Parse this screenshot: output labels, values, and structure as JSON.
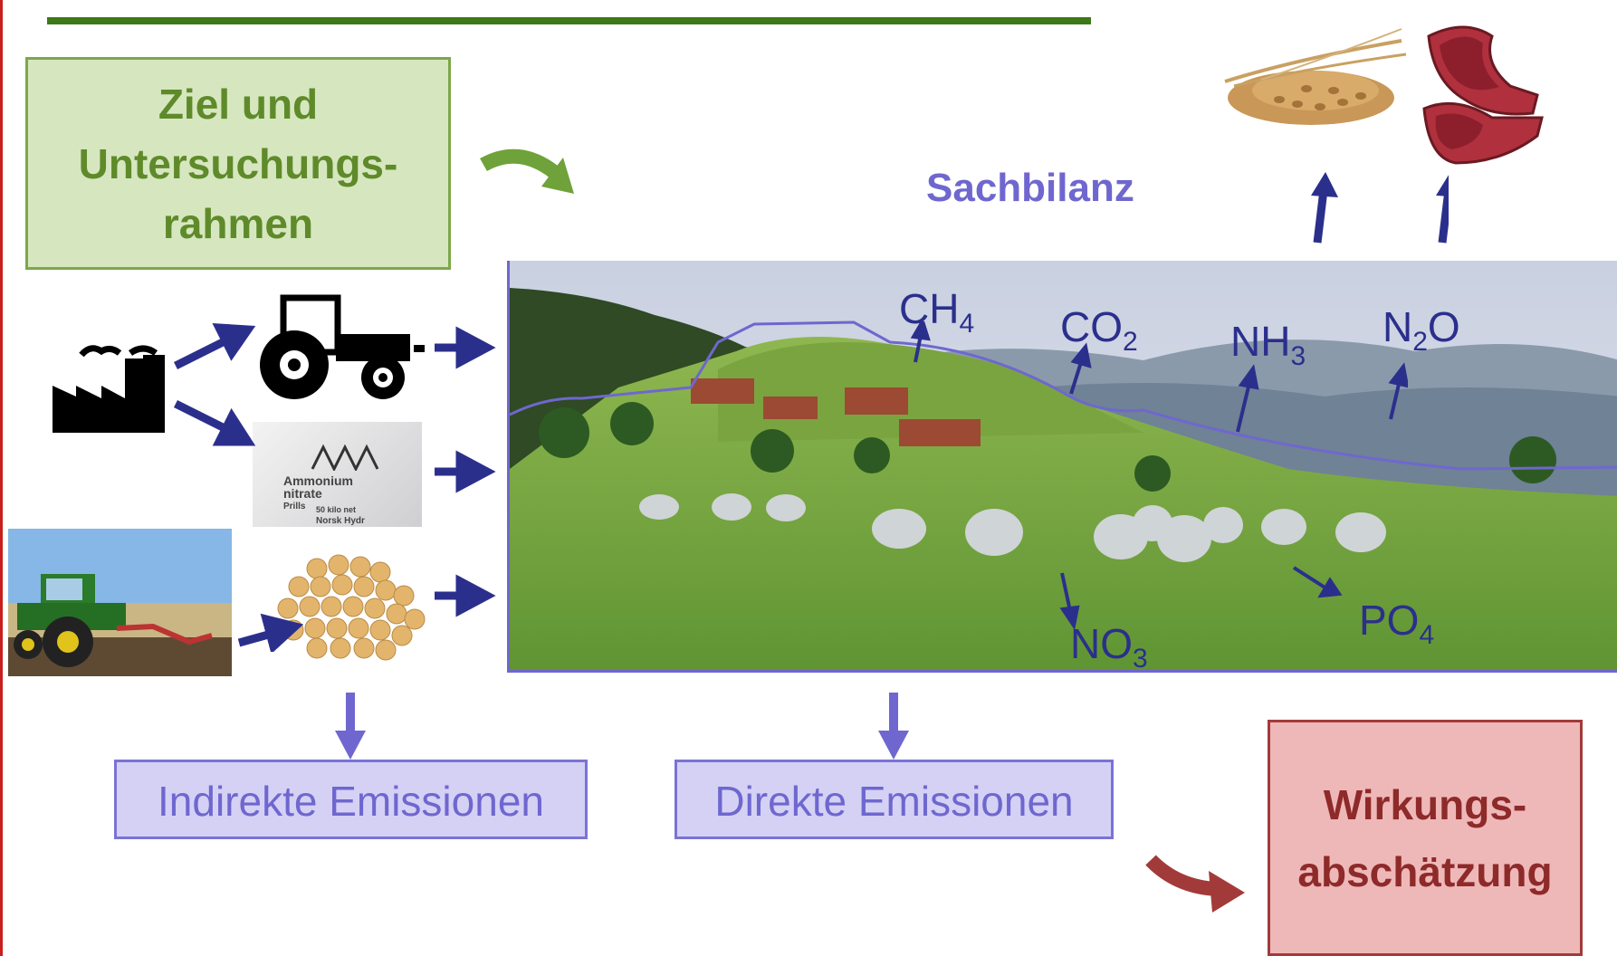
{
  "diagram": {
    "ziel_box": {
      "lines": [
        "Ziel und",
        "Untersuchungs-",
        "rahmen"
      ]
    },
    "sachbilanz_label": "Sachbilanz",
    "wirkung_box": {
      "lines": [
        "Wirkungs-",
        "abschätzung"
      ]
    },
    "indirekte_label": "Indirekte Emissionen",
    "direkte_label": "Direkte Emissionen",
    "emissions": {
      "ch4": {
        "base": "CH",
        "sub": "4"
      },
      "co2": {
        "base": "CO",
        "sub": "2"
      },
      "nh3": {
        "base": "NH",
        "sub": "3"
      },
      "n2o": {
        "base": "N",
        "sub": "2",
        "tail": "O"
      },
      "no3": {
        "base": "NO",
        "sub": "3"
      },
      "po4": {
        "base": "PO",
        "sub": "4"
      }
    },
    "fertilizer_bag_text": [
      "Ammonium",
      "nitrate",
      "Prills",
      "50 kilo net",
      "Norsk Hydr"
    ]
  },
  "colors": {
    "green_accent": "#3b7a17",
    "green_box": "#d6e7c0",
    "purple_accent": "#6f67cf",
    "dark_blue_arrow": "#2b2f8c",
    "red_box": "#efb8b8",
    "red_accent": "#a33a3a"
  },
  "icons": [
    "factory-icon",
    "tractor-icon",
    "fertilizer-bag-image",
    "soybeans-image",
    "field-tractor-image",
    "wheat-image",
    "meat-image",
    "landscape-photo"
  ]
}
